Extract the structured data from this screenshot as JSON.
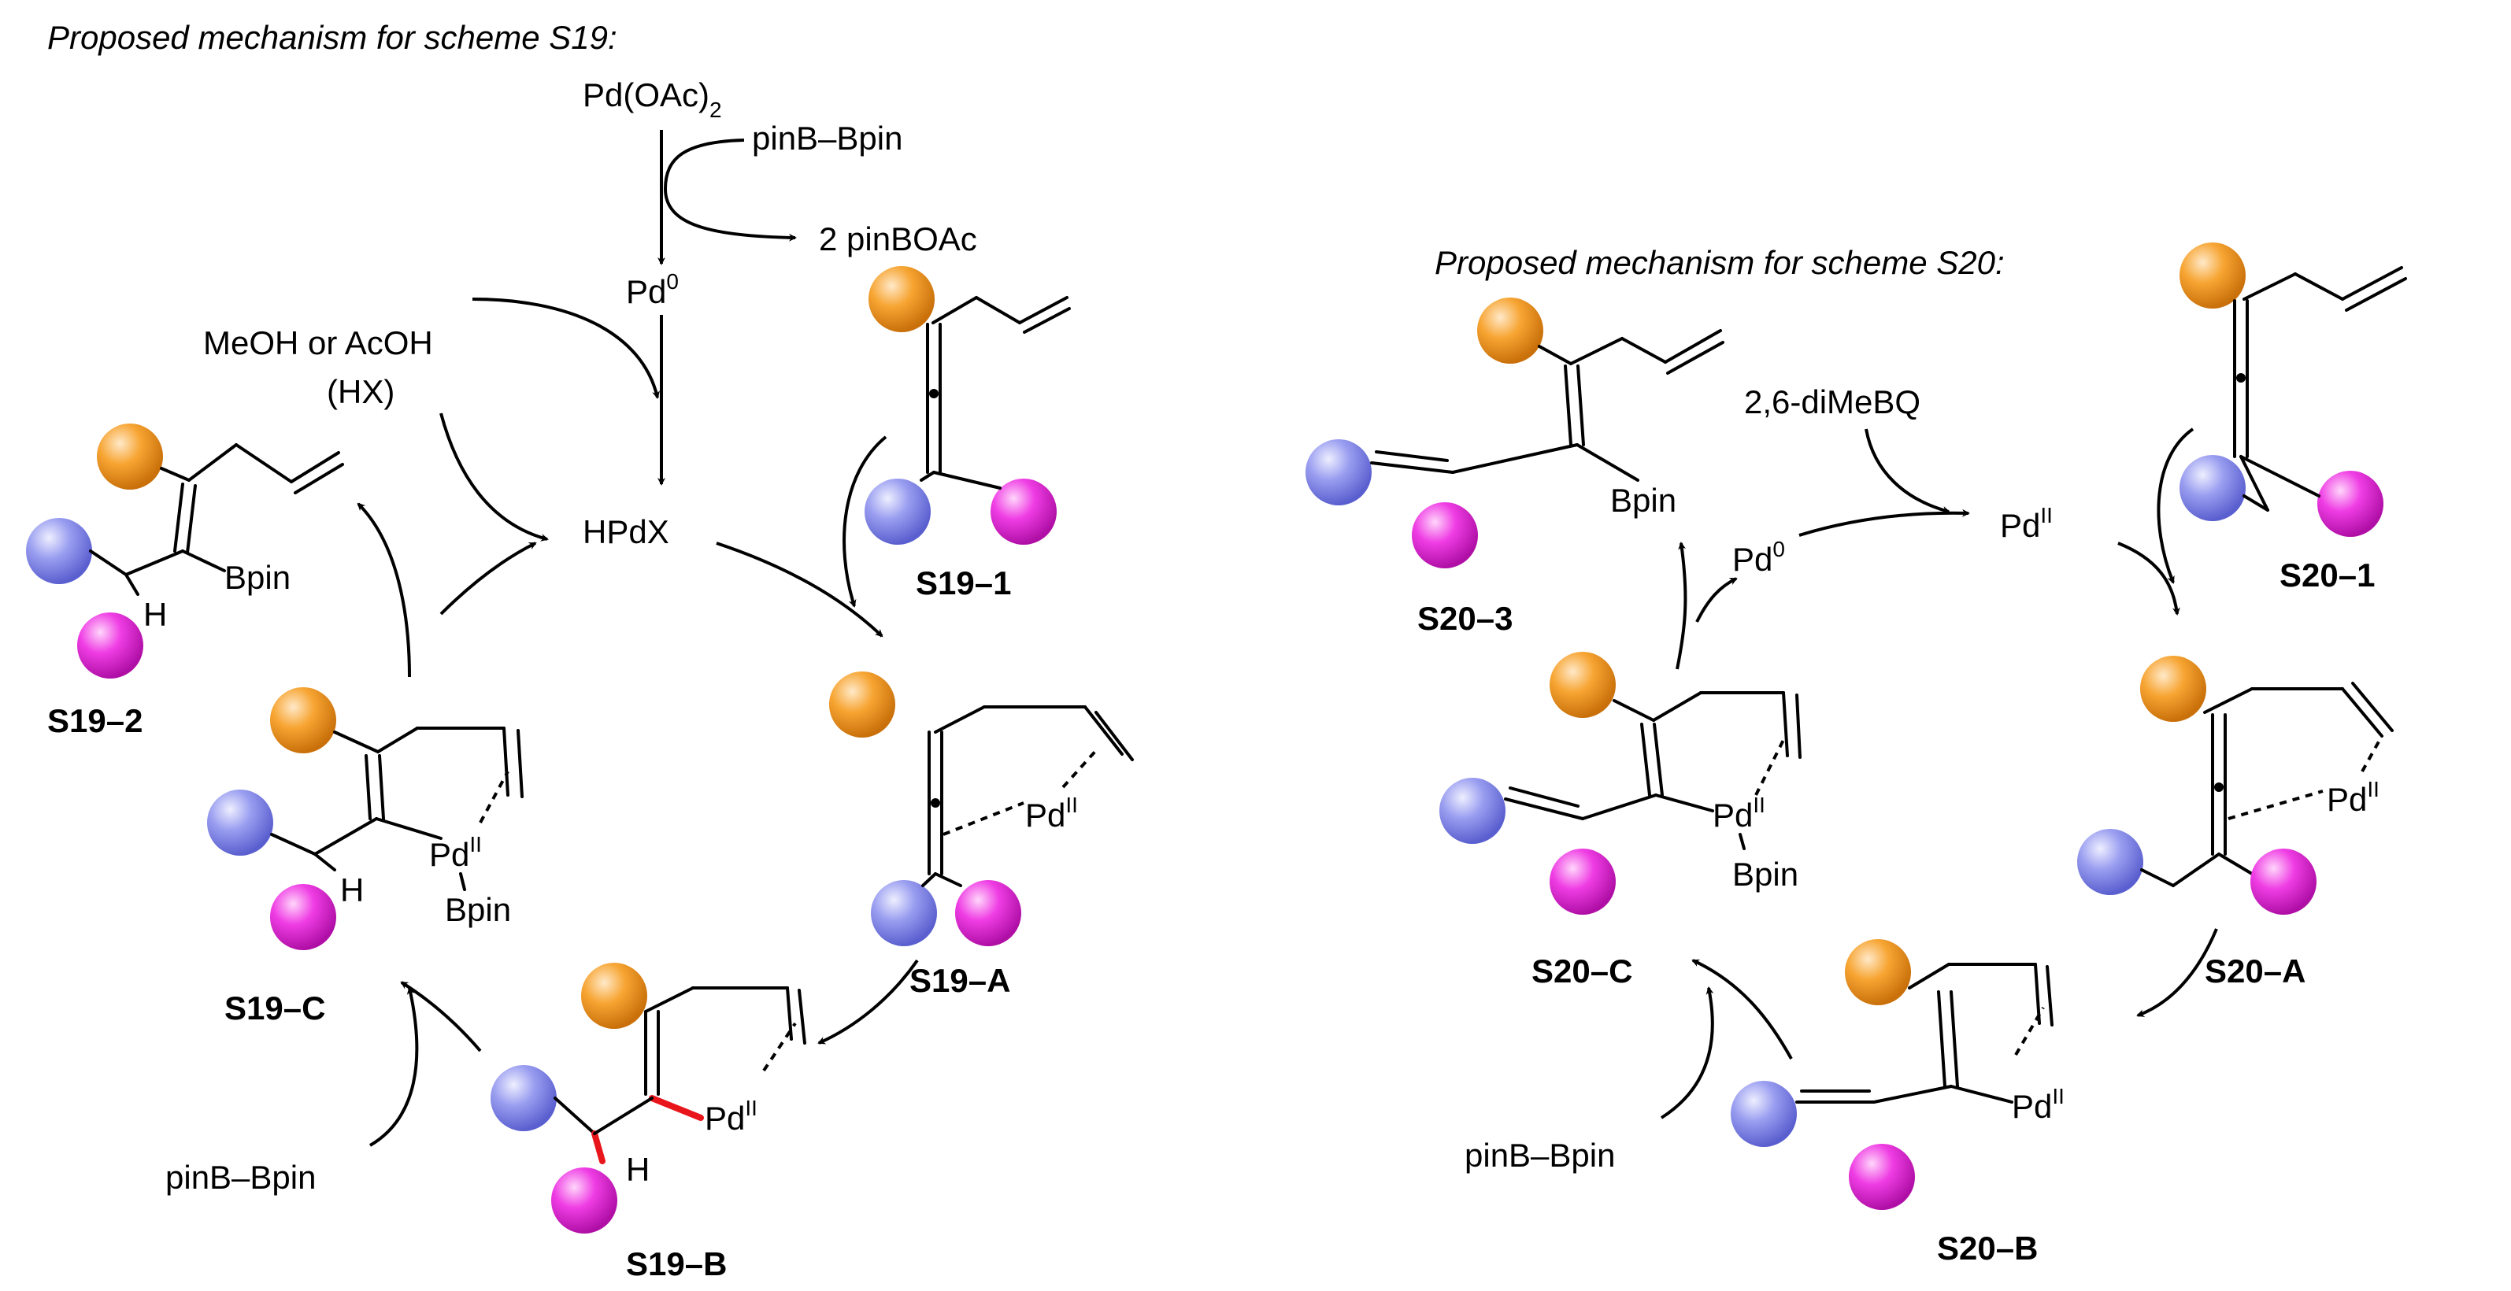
{
  "colors": {
    "orange": "#f39a1c",
    "blue": "#8f93ea",
    "magenta": "#ea22de",
    "highlight_bond": "#e8151b"
  },
  "s19": {
    "title": "Proposed mechanism for scheme S19:",
    "precatalyst": "Pd(OAc)",
    "precatalyst_sub": "2",
    "reagent_in": "pinB–Bpin",
    "byproduct": "2 pinBOAc",
    "pd0": "Pd",
    "pd0_sup": "0",
    "additive_line1": "MeOH or AcOH",
    "additive_line2": "(HX)",
    "hydride": "HPdX",
    "reagent_b2pin2": "pinB–Bpin",
    "labels": {
      "sm": "S19–1",
      "int_a": "S19–A",
      "int_b": "S19–B",
      "int_c": "S19–C",
      "product": "S19–2"
    },
    "bpin": "Bpin",
    "h": "H",
    "pd": "Pd",
    "pd_ox": "II"
  },
  "s20": {
    "title": "Proposed mechanism for scheme S20:",
    "oxidant": "2,6-diMeBQ",
    "pd0": "Pd",
    "pd0_sup": "0",
    "pd2": "Pd",
    "pd2_sup": "II",
    "reagent_b2pin2": "pinB–Bpin",
    "labels": {
      "sm": "S20–1",
      "int_a": "S20–A",
      "int_b": "S20–B",
      "int_c": "S20–C",
      "product": "S20–3"
    },
    "bpin": "Bpin",
    "pd": "Pd",
    "pd_ox": "II"
  }
}
